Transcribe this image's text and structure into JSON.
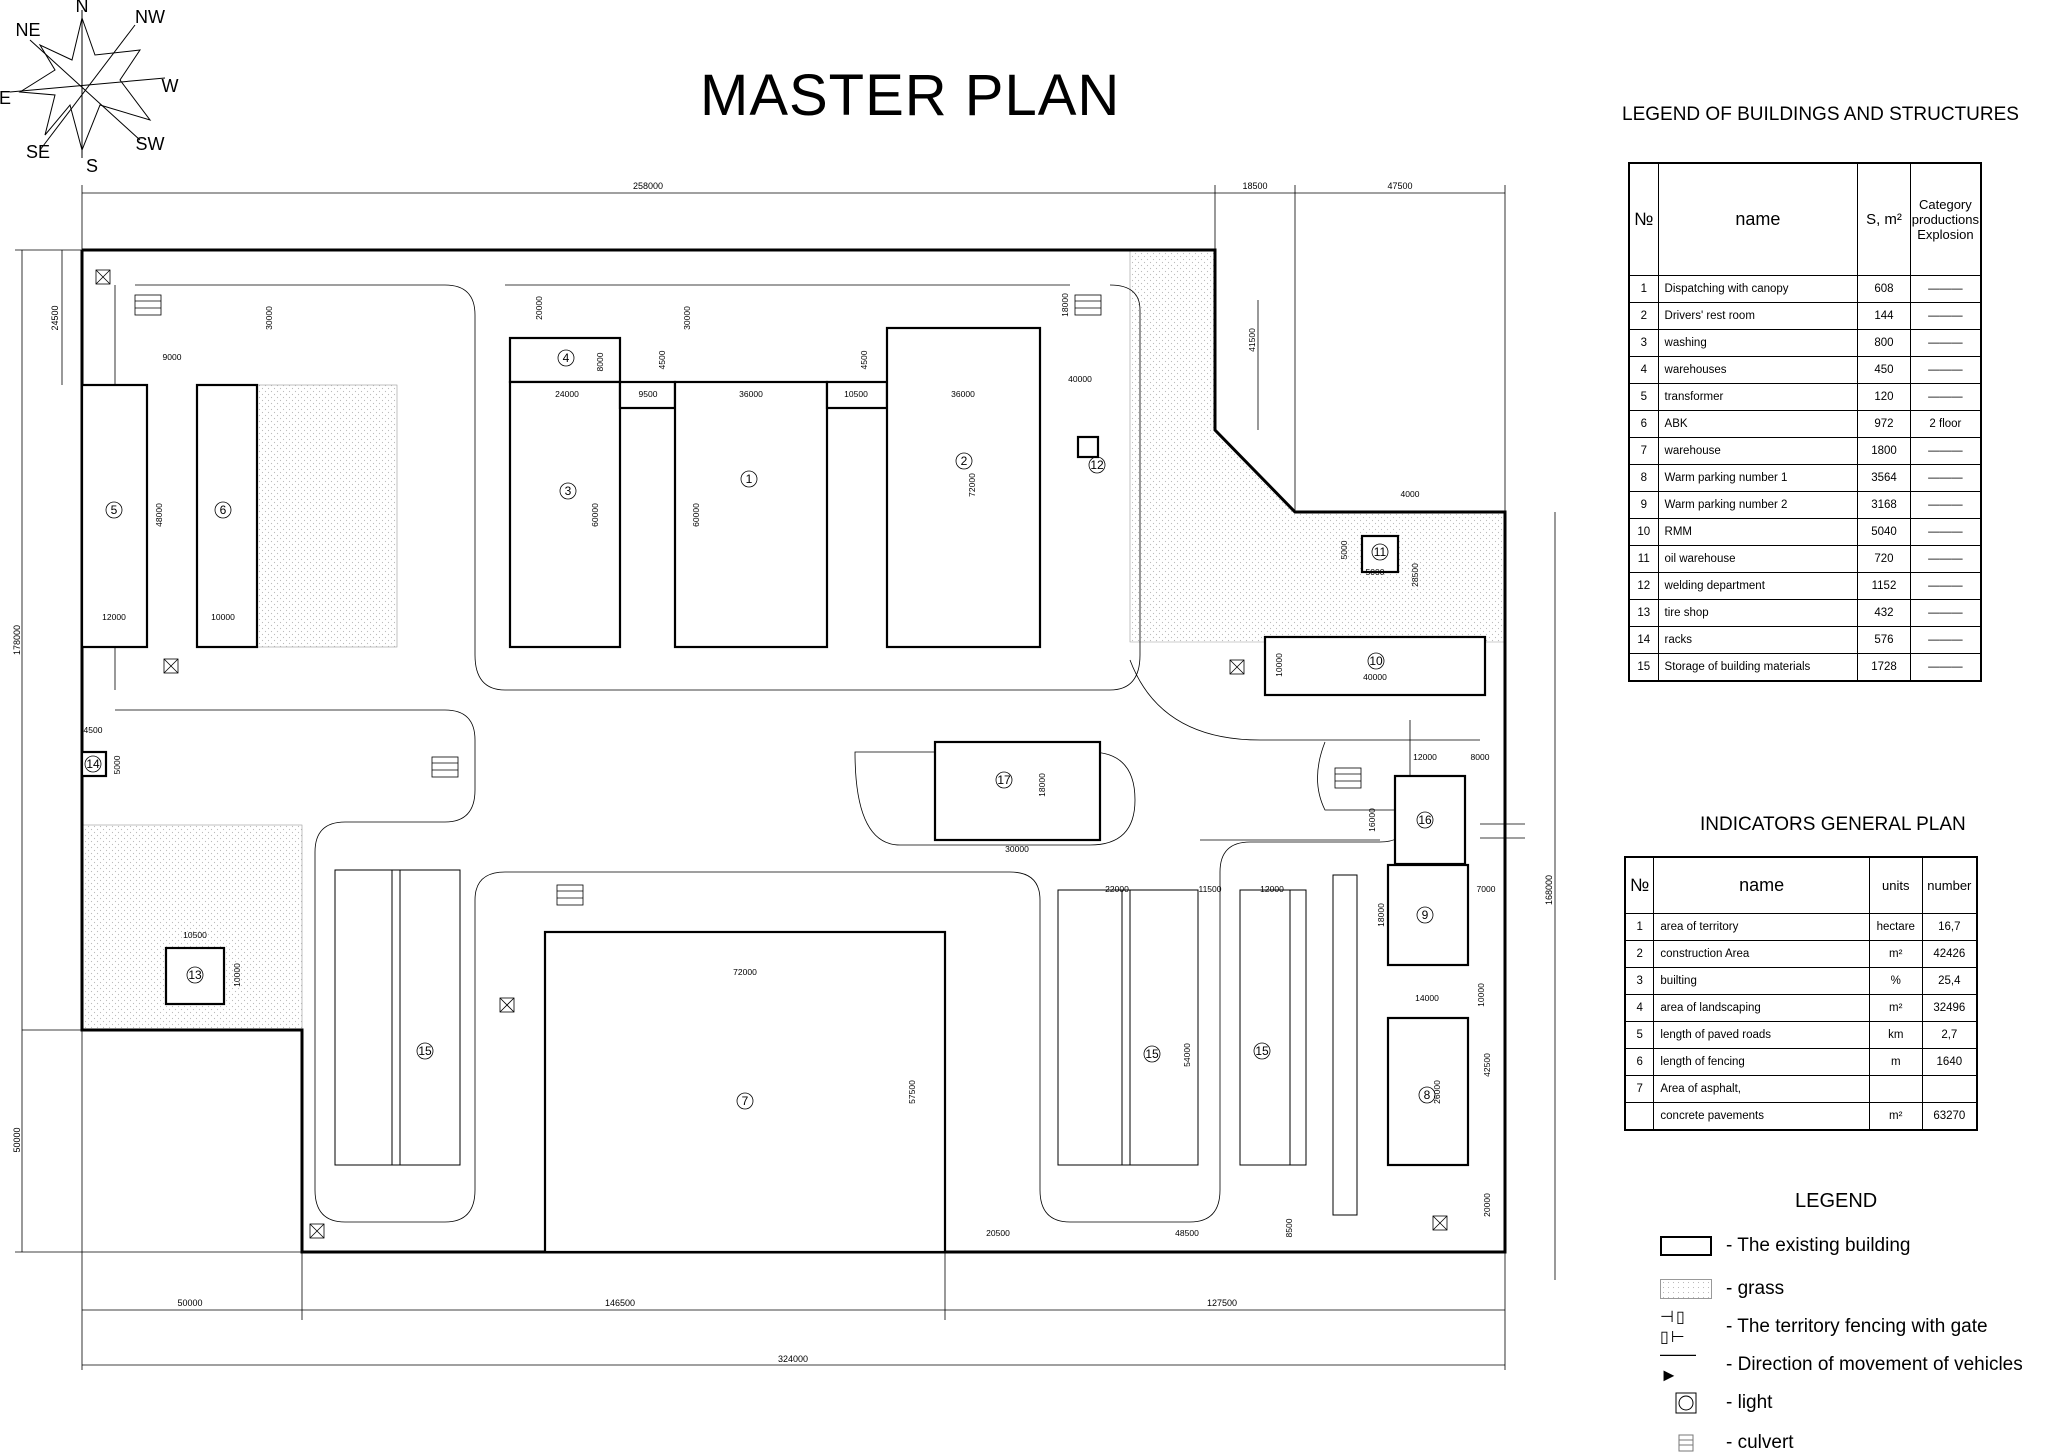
{
  "title": "MASTER PLAN",
  "compass": {
    "N": "N",
    "NW": "NW",
    "W": "W",
    "SW": "SW",
    "S": "S",
    "SE": "SE",
    "E": "E",
    "NE": "NE"
  },
  "buildings_legend": {
    "title": "LEGEND OF BUILDINGS AND STRUCTURES",
    "headers": {
      "no": "№",
      "name": "name",
      "area": "S, m²",
      "category": "Category productions Explosion"
    },
    "rows": [
      {
        "no": "1",
        "name": "Dispatching with canopy",
        "area": "608",
        "category": "———"
      },
      {
        "no": "2",
        "name": "Drivers' rest room",
        "area": "144",
        "category": "———"
      },
      {
        "no": "3",
        "name": "washing",
        "area": "800",
        "category": "———"
      },
      {
        "no": "4",
        "name": "warehouses",
        "area": "450",
        "category": "———"
      },
      {
        "no": "5",
        "name": "transformer",
        "area": "120",
        "category": "———"
      },
      {
        "no": "6",
        "name": "ABK",
        "area": "972",
        "category": "2 floor"
      },
      {
        "no": "7",
        "name": "warehouse",
        "area": "1800",
        "category": "———"
      },
      {
        "no": "8",
        "name": "Warm parking number 1",
        "area": "3564",
        "category": "———"
      },
      {
        "no": "9",
        "name": "Warm parking number 2",
        "area": "3168",
        "category": "———"
      },
      {
        "no": "10",
        "name": "RMM",
        "area": "5040",
        "category": "———"
      },
      {
        "no": "11",
        "name": "oil warehouse",
        "area": "720",
        "category": "———"
      },
      {
        "no": "12",
        "name": "welding department",
        "area": "1152",
        "category": "———"
      },
      {
        "no": "13",
        "name": "tire shop",
        "area": "432",
        "category": "———"
      },
      {
        "no": "14",
        "name": "racks",
        "area": "576",
        "category": "———"
      },
      {
        "no": "15",
        "name": "Storage of building materials",
        "area": "1728",
        "category": "———"
      }
    ]
  },
  "indicators": {
    "title": "INDICATORS GENERAL PLAN",
    "headers": {
      "no": "№",
      "name": "name",
      "units": "units",
      "number": "number"
    },
    "rows": [
      {
        "no": "1",
        "name": "area of territory",
        "units": "hectare",
        "number": "16,7"
      },
      {
        "no": "2",
        "name": "construction Area",
        "units": "m²",
        "number": "42426"
      },
      {
        "no": "3",
        "name": "builting",
        "units": "%",
        "number": "25,4"
      },
      {
        "no": "4",
        "name": "area of landscaping",
        "units": "m²",
        "number": "32496"
      },
      {
        "no": "5",
        "name": "length of paved roads",
        "units": "km",
        "number": "2,7"
      },
      {
        "no": "6",
        "name": "length of fencing",
        "units": "m",
        "number": "1640"
      },
      {
        "no": "7",
        "name": "Area of asphalt,",
        "units": "",
        "number": ""
      },
      {
        "no": "",
        "name": "concrete pavements",
        "units": "m²",
        "number": "63270"
      }
    ]
  },
  "legend": {
    "title": "LEGEND",
    "items": [
      {
        "symbol": "existing-building",
        "label": "- The existing building"
      },
      {
        "symbol": "grass",
        "label": "- grass"
      },
      {
        "symbol": "fence-gate",
        "label": "- The territory fencing with gate"
      },
      {
        "symbol": "arrow",
        "label": "- Direction of movement of vehicles"
      },
      {
        "symbol": "light",
        "label": "- light"
      },
      {
        "symbol": "culvert",
        "label": "- culvert"
      }
    ]
  },
  "plan": {
    "building_numbers": [
      "1",
      "2",
      "3",
      "4",
      "5",
      "6",
      "7",
      "8",
      "9",
      "10",
      "11",
      "12",
      "13",
      "14",
      "15",
      "16",
      "17"
    ],
    "dimensions": {
      "top_total": "258000",
      "top_mid": "18500",
      "top_right": "47500",
      "left_total": "178000",
      "left_top": "24500",
      "left_bottom": "50000",
      "right_total": "168000",
      "bottom_left": "50000",
      "bottom_mid": "146500",
      "bottom_right": "127500",
      "bottom_total": "324000"
    },
    "labels": [
      "9000",
      "30000",
      "20000",
      "8000",
      "4500",
      "30000",
      "4500",
      "18000",
      "24000",
      "9500",
      "36000",
      "10500",
      "36000",
      "40000",
      "41500",
      "48000",
      "12000",
      "10000",
      "60000",
      "60000",
      "72000",
      "4000",
      "5000",
      "5000",
      "28500",
      "10000",
      "40000",
      "4500",
      "5000",
      "12000",
      "8000",
      "18000",
      "30000",
      "16000",
      "7000",
      "18000",
      "10500",
      "10000",
      "72000",
      "22000",
      "11500",
      "12000",
      "14000",
      "10000",
      "42500",
      "57500",
      "54000",
      "26000",
      "20500",
      "48500",
      "8500",
      "20000"
    ]
  }
}
